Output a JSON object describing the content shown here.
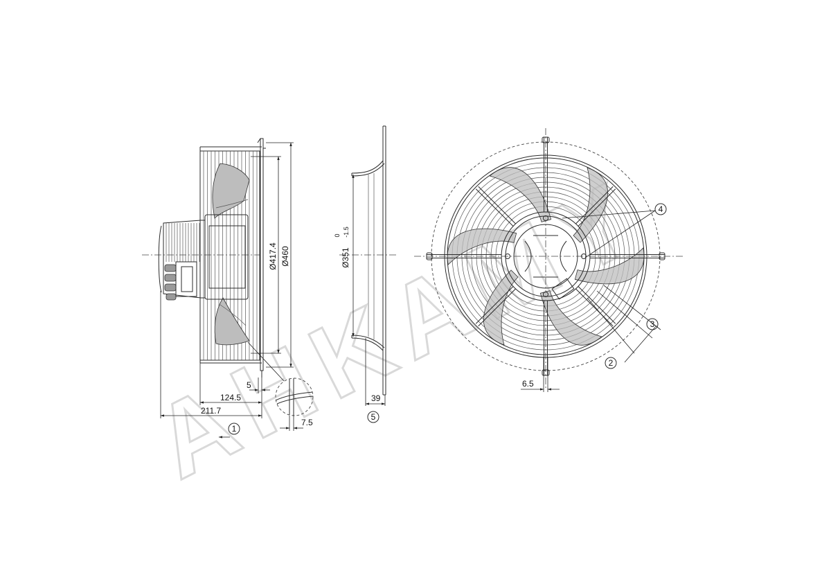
{
  "watermark": {
    "text": "AHKAMY"
  },
  "dimensions": {
    "d_417": "Ø417.4",
    "d_460": "Ø460",
    "d_351": "Ø351",
    "tol_upper": "0",
    "tol_lower": "-1.5",
    "len_5": "5",
    "len_124": "124.5",
    "len_211": "211.7",
    "len_7_5": "7.5",
    "len_39": "39",
    "len_6_5": "6.5"
  },
  "callouts": {
    "c1": "1",
    "c2": "2",
    "c3": "3",
    "c4": "4",
    "c5": "5"
  }
}
